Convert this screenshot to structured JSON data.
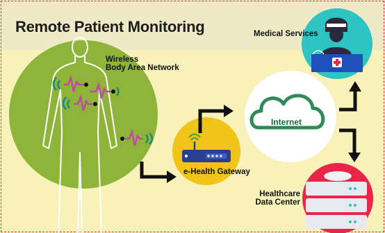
{
  "title": "Remote Patient Monitoring",
  "labels": {
    "wban_line1": "Wireless",
    "wban_line2": "Body Area Network",
    "medical_services": "Medical Services",
    "gateway": "e-Health Gateway",
    "internet": "Internet",
    "data_center_line1": "Healthcare",
    "data_center_line2": "Data Center"
  },
  "colors": {
    "background": "#f8f1b9",
    "body_circle": "#8fb43a",
    "gateway_circle": "#f0c419",
    "internet_circle": "#ffffff",
    "medical_circle": "#2ec4c4",
    "datacenter_circle": "#e8264a",
    "cloud": "#2e8b57",
    "sensor_wave": "#c04aa0",
    "signal": "#1a8a7a"
  }
}
